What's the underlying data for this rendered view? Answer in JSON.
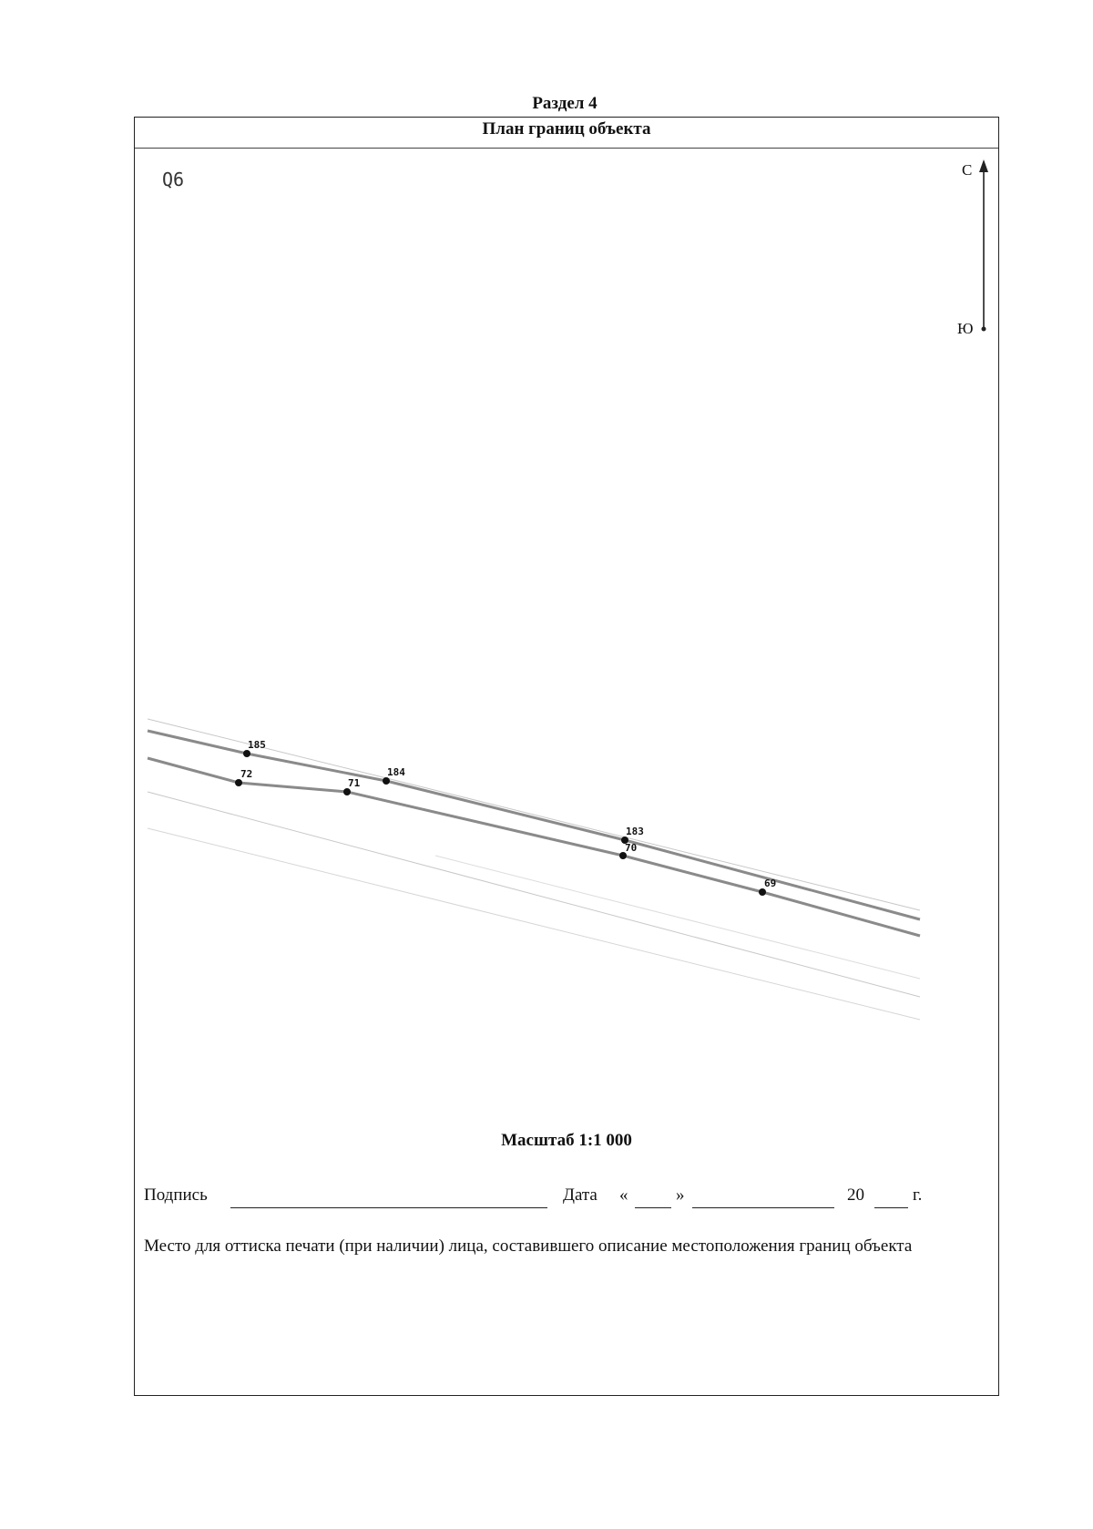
{
  "section_title": "Раздел 4",
  "plan_title": "План границ объекта",
  "sheet_label": "Q6",
  "compass": {
    "north": "С",
    "south": "Ю"
  },
  "points": [
    {
      "id": "185"
    },
    {
      "id": "184"
    },
    {
      "id": "183"
    },
    {
      "id": "72"
    },
    {
      "id": "71"
    },
    {
      "id": "70"
    },
    {
      "id": "69"
    }
  ],
  "scale_label": "Масштаб 1:1 000",
  "signature": {
    "sign_label": "Подпись",
    "date_label": "Дата",
    "quote_open": "«",
    "quote_close": "»",
    "year_prefix": "20",
    "year_suffix": "г."
  },
  "stamp_text": "Место для оттиска печати (при наличии) лица, составившего описание местоположения границ объекта"
}
